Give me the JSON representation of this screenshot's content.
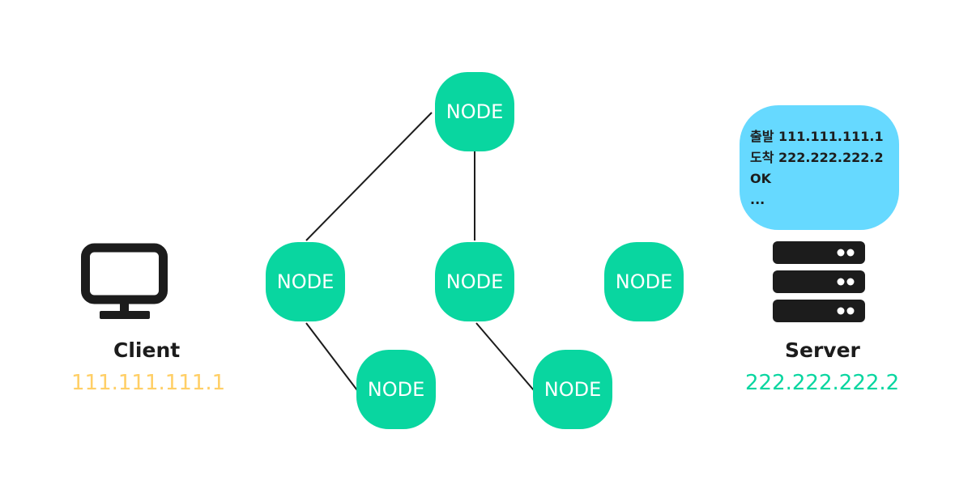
{
  "colors": {
    "node_fill": "#09D6A0",
    "edge": "#1c1c1c",
    "bubble_fill": "#66D9FF",
    "client_ip": "#FFCF66",
    "server_ip": "#09D6A0",
    "icon": "#1c1c1c"
  },
  "client": {
    "icon": "monitor-icon",
    "name": "Client",
    "ip": "111.111.111.1"
  },
  "server": {
    "icon": "server-rack-icon",
    "name": "Server",
    "ip": "222.222.222.2"
  },
  "message": {
    "lines": [
      "출발 111.111.111.1",
      "도착 222.222.222.2",
      "OK",
      "..."
    ]
  },
  "network": {
    "nodes": [
      {
        "id": "top",
        "label": "NODE"
      },
      {
        "id": "left",
        "label": "NODE"
      },
      {
        "id": "center",
        "label": "NODE"
      },
      {
        "id": "right",
        "label": "NODE"
      },
      {
        "id": "bottom-left",
        "label": "NODE"
      },
      {
        "id": "bottom-center",
        "label": "NODE"
      }
    ],
    "edges": [
      {
        "from": "top",
        "to": "left"
      },
      {
        "from": "top",
        "to": "center"
      },
      {
        "from": "left",
        "to": "bottom-left"
      },
      {
        "from": "center",
        "to": "bottom-center"
      }
    ]
  }
}
